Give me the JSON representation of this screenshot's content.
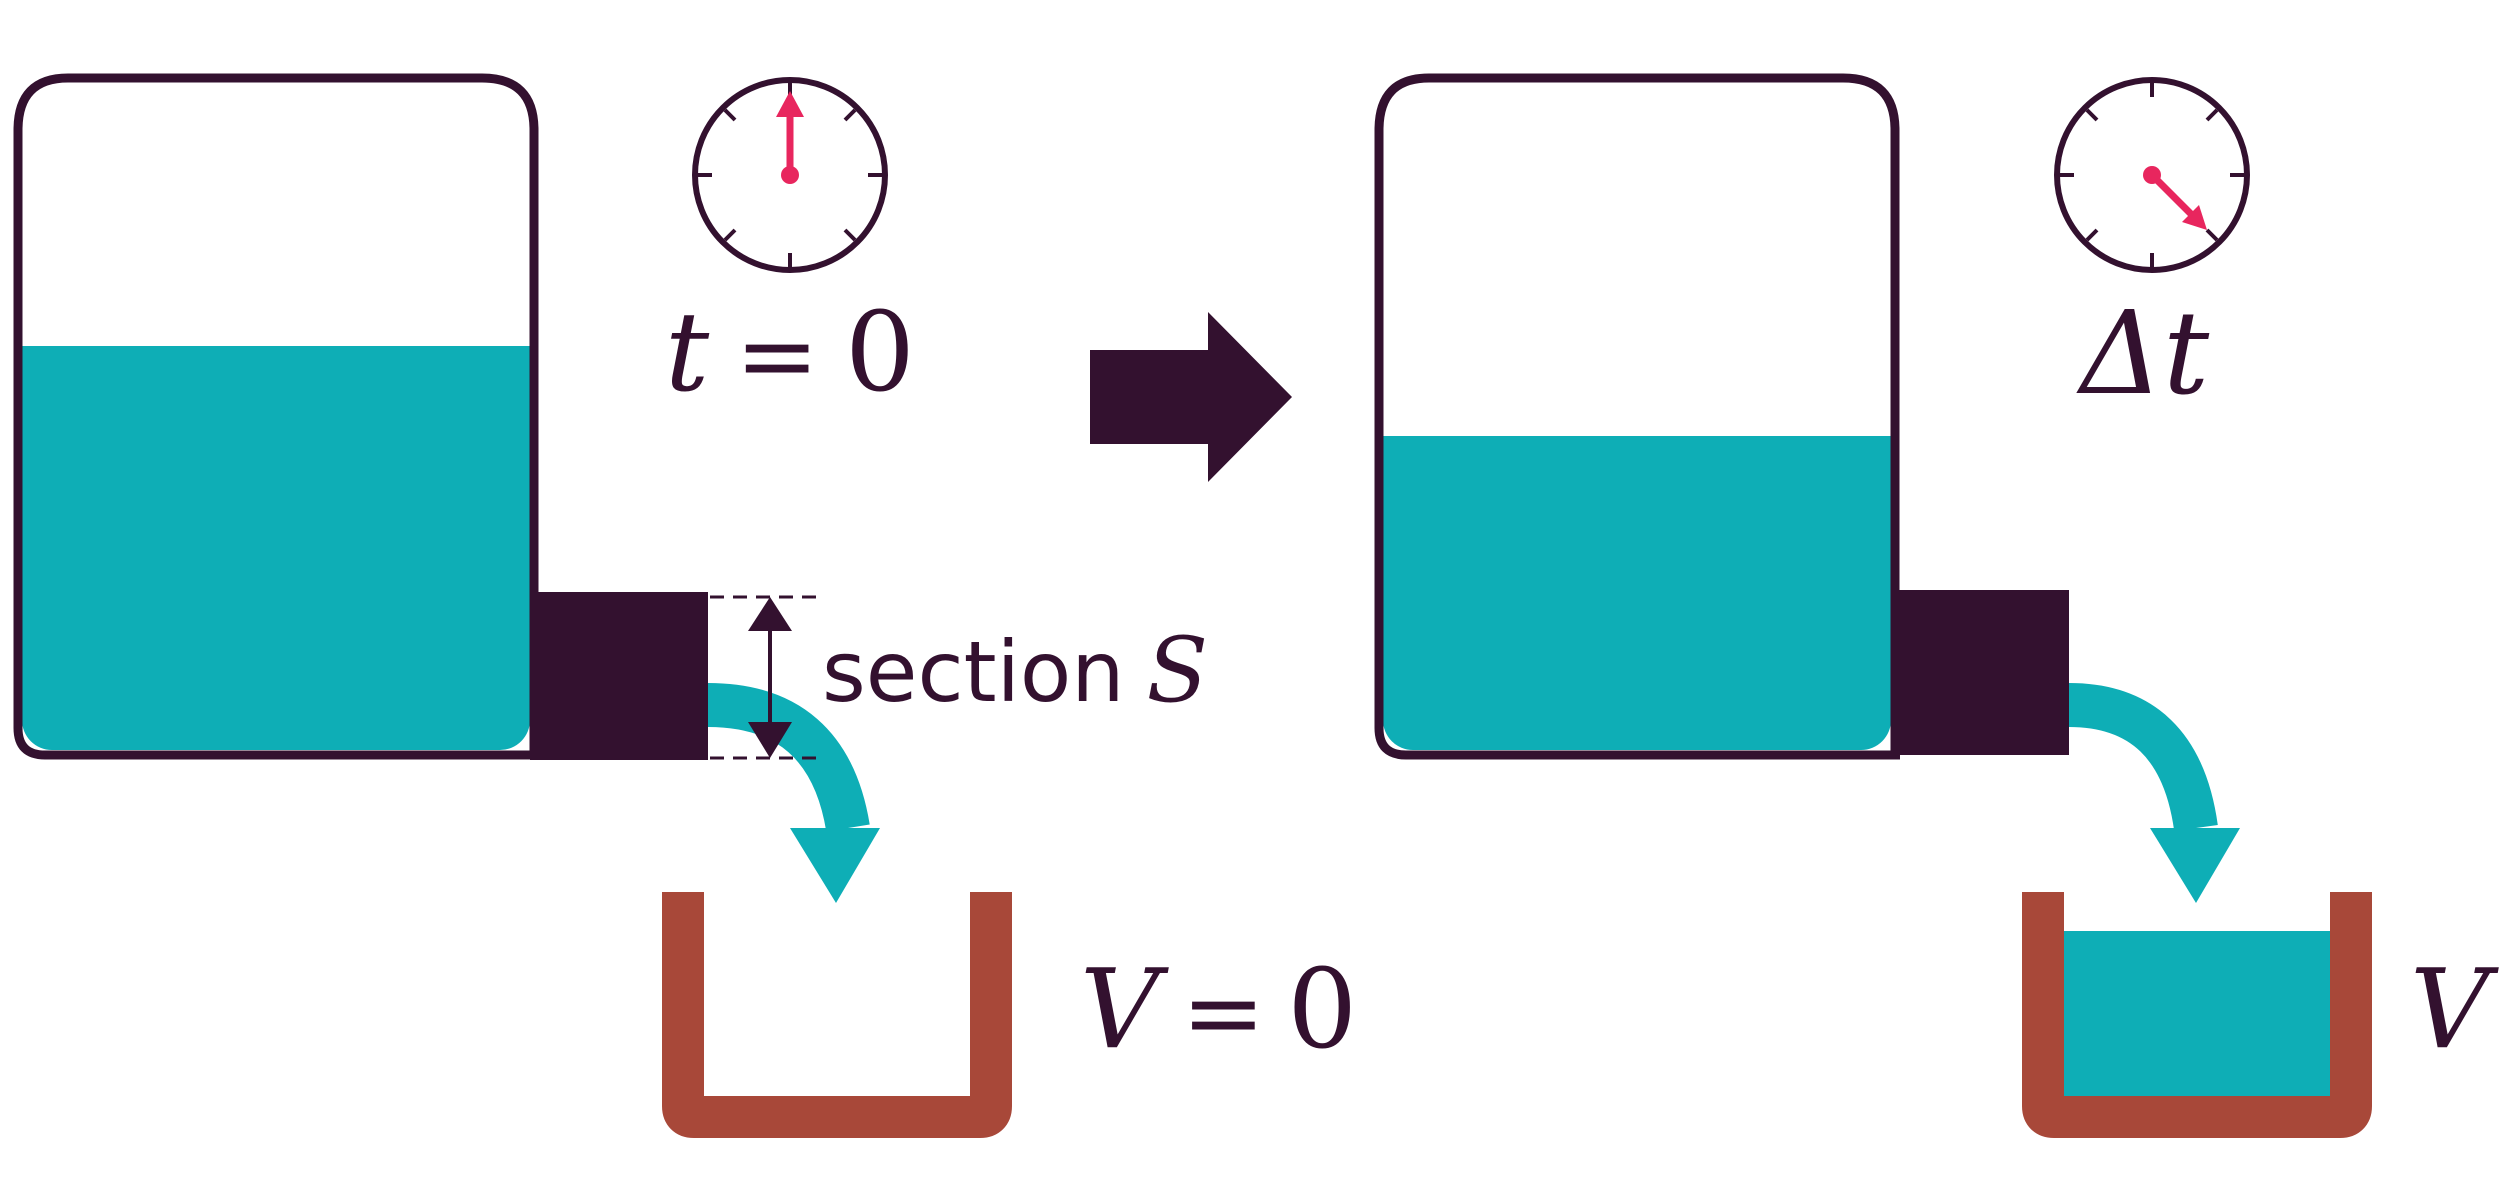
{
  "colors": {
    "outline": "#33112f",
    "water": "#0eaeb6",
    "beaker": "#a84839",
    "clock_hand": "#e8265e",
    "background": "#ffffff"
  },
  "icons": {
    "clock": "clock-icon",
    "arrow": "arrow-right-icon"
  },
  "left_state": {
    "time_var": "t",
    "time_eq": "=",
    "time_val": "0",
    "volume_var": "V",
    "volume_eq": "=",
    "volume_val": "0",
    "tank_water_fill_fraction": 0.6,
    "beaker_water_fill_fraction": 0
  },
  "right_state": {
    "time_label": "Δt",
    "volume_var": "V",
    "tank_water_fill_fraction": 0.47,
    "beaker_water_fill_fraction": 0.8
  },
  "section": {
    "word": "section",
    "symbol": "S"
  }
}
